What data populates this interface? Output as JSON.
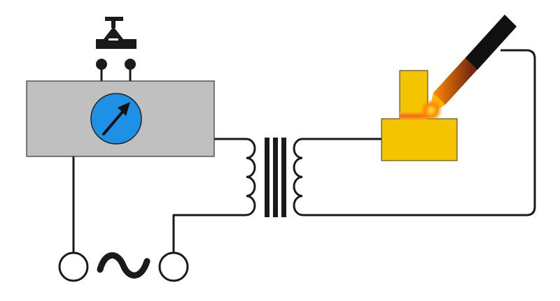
{
  "diagram": {
    "components": [
      {
        "id": "control-unit",
        "kind": "control-box",
        "label": ""
      },
      {
        "id": "gauge",
        "kind": "meter-dial",
        "label": ""
      },
      {
        "id": "switch",
        "kind": "push-button-switch",
        "label": ""
      },
      {
        "id": "transformer",
        "kind": "transformer",
        "label": ""
      },
      {
        "id": "workpiece",
        "kind": "workpiece-blocks",
        "label": ""
      },
      {
        "id": "electrode",
        "kind": "welding-electrode",
        "label": ""
      },
      {
        "id": "ac-source",
        "kind": "ac-supply-terminals",
        "label": ""
      }
    ],
    "ac_symbol": "~",
    "colors": {
      "control_box": "#c0c0c0",
      "gauge": "#1e90e6",
      "workpiece": "#f5c400",
      "wire": "#1a1a1a",
      "glow": "#ff6a00",
      "background": "#ffffff"
    }
  }
}
